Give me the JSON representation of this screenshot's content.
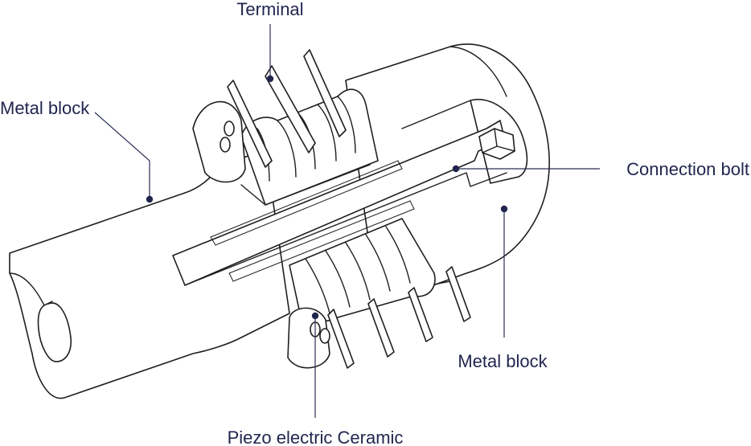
{
  "labels": {
    "terminal": "Terminal",
    "metal_block_left": "Metal block",
    "connection_bolt": "Connection bolt",
    "metal_block_right": "Metal block",
    "piezo": "Piezo electric Ceramic"
  },
  "colors": {
    "label_text": "#22264f",
    "outline": "#1f1f1f",
    "background": "#ffffff"
  }
}
